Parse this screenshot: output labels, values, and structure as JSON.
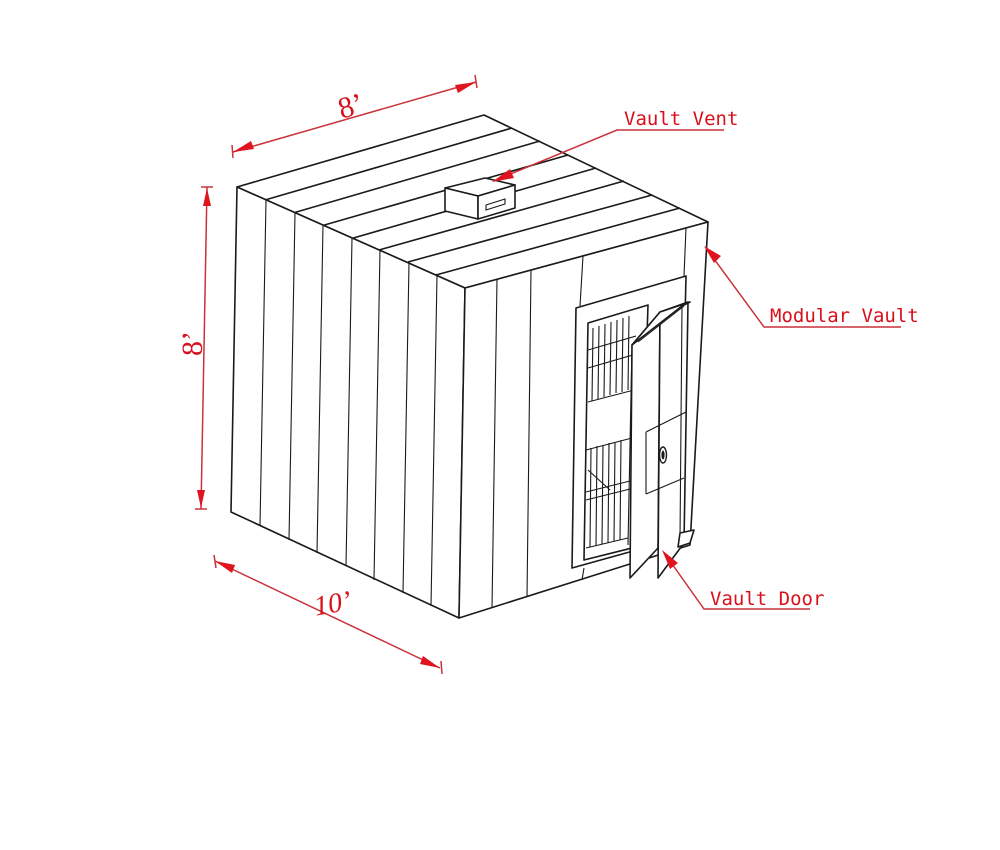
{
  "diagram": {
    "subject": "Modular Vault isometric line drawing",
    "colors": {
      "annotation": "#d9101a",
      "leader_line": "#c8323a",
      "line_art": "#1a1a1a",
      "background": "#ffffff"
    },
    "dimensions": {
      "depth": {
        "label": "8’",
        "value_ft": 8
      },
      "height": {
        "label": "8’",
        "value_ft": 8
      },
      "width": {
        "label": "10’",
        "value_ft": 10
      }
    },
    "callouts": [
      {
        "id": "vent",
        "label": "Vault Vent"
      },
      {
        "id": "modular",
        "label": "Modular Vault"
      },
      {
        "id": "door",
        "label": "Vault Door"
      }
    ]
  }
}
